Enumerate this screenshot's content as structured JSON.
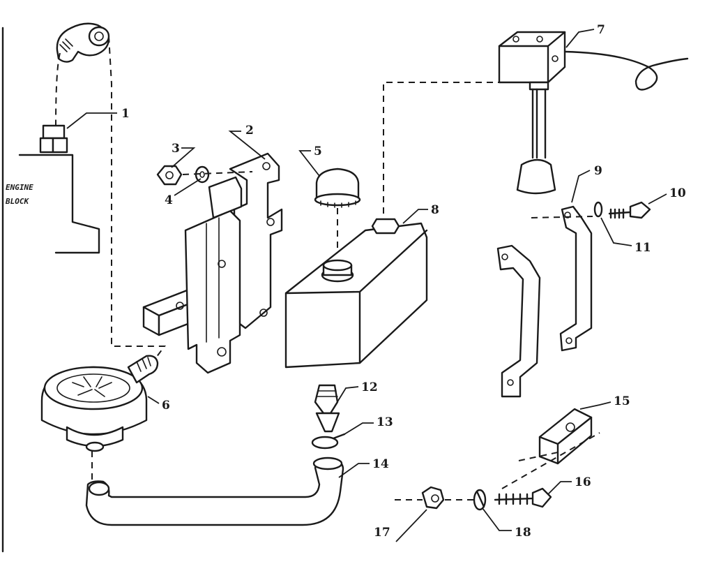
{
  "side_label": {
    "line1": "ENGINE",
    "line2": "BLOCK"
  },
  "callouts": [
    {
      "id": "1",
      "label": "1"
    },
    {
      "id": "2",
      "label": "2"
    },
    {
      "id": "3",
      "label": "3"
    },
    {
      "id": "4",
      "label": "4"
    },
    {
      "id": "5",
      "label": "5"
    },
    {
      "id": "6",
      "label": "6"
    },
    {
      "id": "7",
      "label": "7"
    },
    {
      "id": "8",
      "label": "8"
    },
    {
      "id": "9",
      "label": "9"
    },
    {
      "id": "10",
      "label": "10"
    },
    {
      "id": "11",
      "label": "11"
    },
    {
      "id": "12",
      "label": "12"
    },
    {
      "id": "13",
      "label": "13"
    },
    {
      "id": "14",
      "label": "14"
    },
    {
      "id": "15",
      "label": "15"
    },
    {
      "id": "16",
      "label": "16"
    },
    {
      "id": "17",
      "label": "17"
    },
    {
      "id": "18",
      "label": "18"
    }
  ]
}
